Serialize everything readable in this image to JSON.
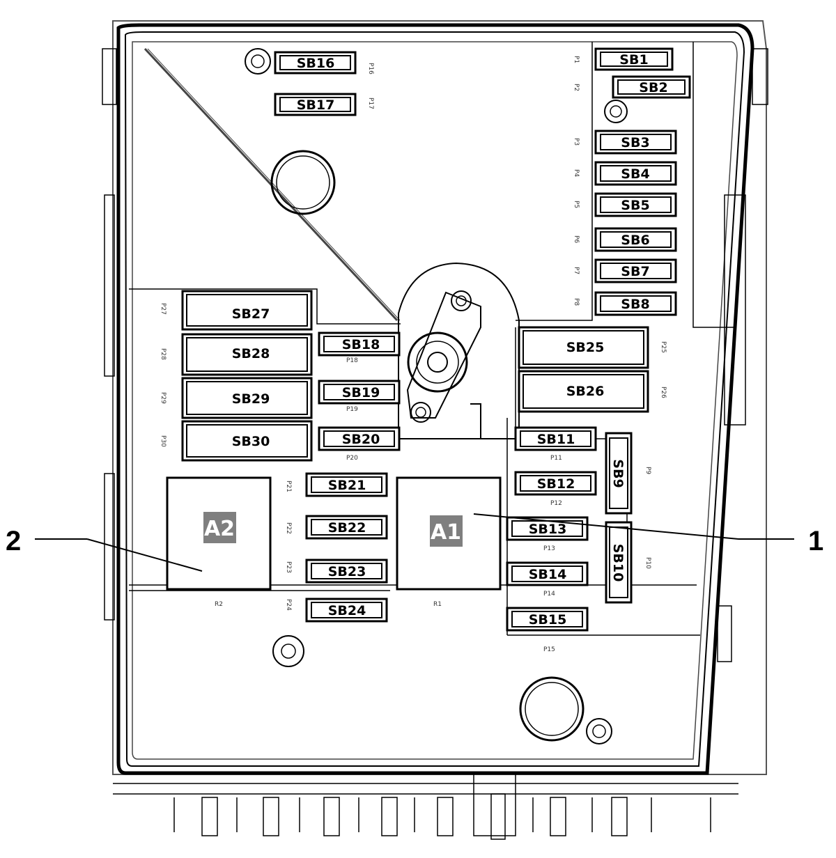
{
  "callouts": {
    "one": "1",
    "two": "2"
  },
  "relays": {
    "a1": "A1",
    "a2": "A2"
  },
  "fuses": {
    "sb1": "SB1",
    "sb2": "SB2",
    "sb3": "SB3",
    "sb4": "SB4",
    "sb5": "SB5",
    "sb6": "SB6",
    "sb7": "SB7",
    "sb8": "SB8",
    "sb9": "SB9",
    "sb10": "SB10",
    "sb11": "SB11",
    "sb12": "SB12",
    "sb13": "SB13",
    "sb14": "SB14",
    "sb15": "SB15",
    "sb16": "SB16",
    "sb17": "SB17",
    "sb18": "SB18",
    "sb19": "SB19",
    "sb20": "SB20",
    "sb21": "SB21",
    "sb22": "SB22",
    "sb23": "SB23",
    "sb24": "SB24",
    "sb25": "SB25",
    "sb26": "SB26",
    "sb27": "SB27",
    "sb28": "SB28",
    "sb29": "SB29",
    "sb30": "SB30"
  },
  "slot_tags": {
    "p1": "P1",
    "p2": "P2",
    "p3": "P3",
    "p4": "P4",
    "p5": "P5",
    "p6": "P6",
    "p7": "P7",
    "p8": "P8",
    "p9": "P9",
    "p10": "P10",
    "p11": "P11",
    "p12": "P12",
    "p13": "P13",
    "p14": "P14",
    "p15": "P15",
    "p16": "P16",
    "p17": "P17",
    "p18": "P18",
    "p19": "P19",
    "p20": "P20",
    "p21": "P21",
    "p22": "P22",
    "p23": "P23",
    "p24": "P24",
    "p25": "P25",
    "p26": "P26",
    "p27": "P27",
    "p28": "P28",
    "p29": "P29",
    "p30": "P30",
    "r1": "R1",
    "r2": "R2"
  },
  "colors": {
    "relay_tag_bg": "#7f7f7f",
    "line": "#000000",
    "background": "#ffffff"
  }
}
